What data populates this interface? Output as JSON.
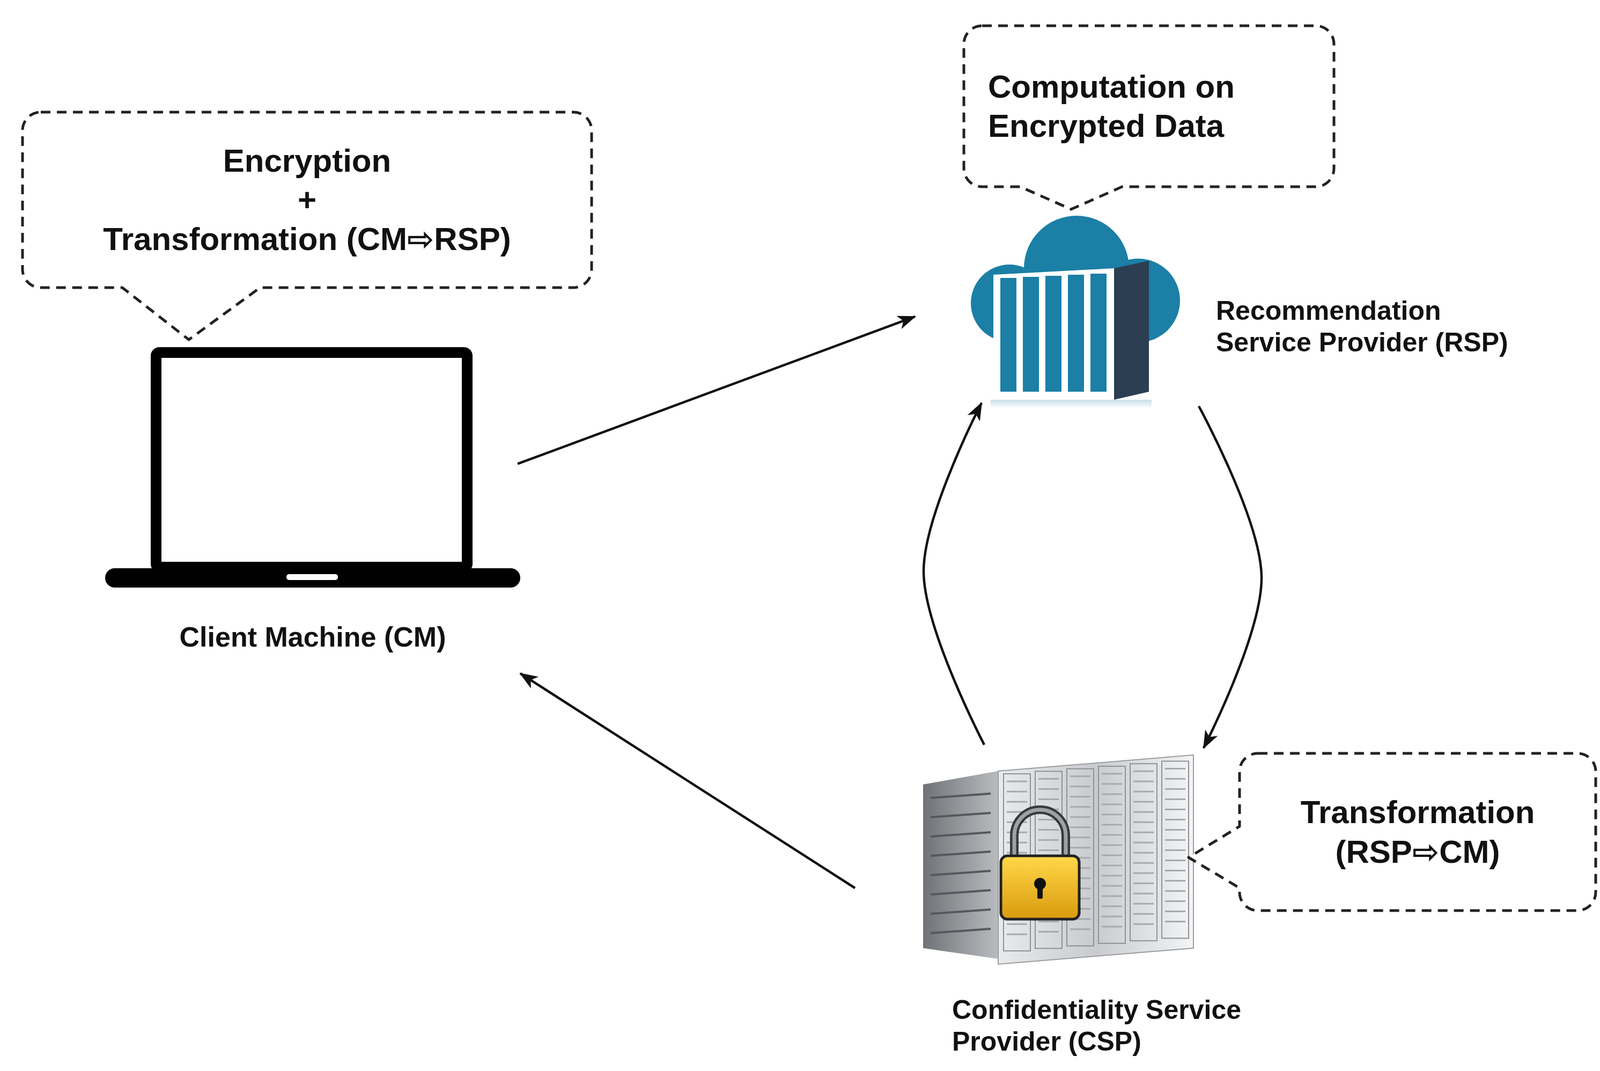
{
  "diagram": {
    "nodes": [
      {
        "text": [
          "Encryption",
          "+",
          "Transformation (CM⇨RSP)"
        ]
      },
      {
        "text": [
          "Client Machine (CM)"
        ]
      },
      {
        "text": [
          "Computation on Encrypted Data"
        ]
      },
      {
        "text": [
          "Recommendation Service Provider (RSP)"
        ]
      },
      {
        "text": [
          "Confidentiality Service Provider (CSP)"
        ]
      },
      {
        "text": [
          "Transformation (RSP⇨CM)"
        ]
      }
    ],
    "edges": [
      {
        "from": 1,
        "to": 3,
        "arrow": "to"
      },
      {
        "from": 3,
        "to": 4,
        "arrow": "to"
      },
      {
        "from": 4,
        "to": 3,
        "arrow": "to"
      },
      {
        "from": 4,
        "to": 1,
        "arrow": "to"
      }
    ]
  }
}
